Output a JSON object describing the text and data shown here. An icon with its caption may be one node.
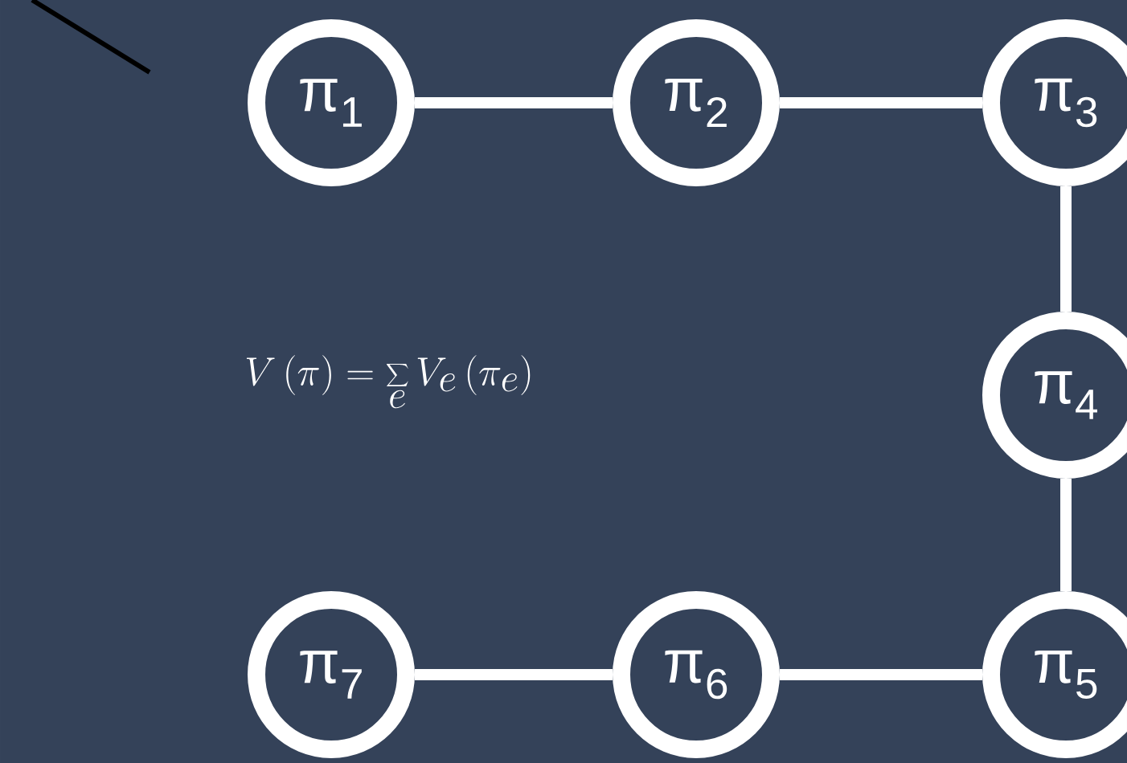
{
  "diagram": {
    "nodes": [
      {
        "text": [
          "π$_{1}$"
        ]
      },
      {
        "text": [
          "π$_{2}$"
        ]
      },
      {
        "text": [
          "π$_{3}$"
        ]
      },
      {
        "text": [
          "π$_{4}$"
        ]
      },
      {
        "text": [
          "π$_{5}$"
        ]
      },
      {
        "text": [
          "π$_{6}$"
        ]
      },
      {
        "text": [
          "π$_{7}$"
        ]
      }
    ],
    "edges": [
      {
        "from": 0,
        "to": 1,
        "arrow": "none"
      },
      {
        "from": 1,
        "to": 2,
        "arrow": "none"
      },
      {
        "from": 2,
        "to": 3,
        "arrow": "none"
      },
      {
        "from": 3,
        "to": 4,
        "arrow": "none"
      },
      {
        "from": 4,
        "to": 5,
        "arrow": "none"
      },
      {
        "from": 5,
        "to": 6,
        "arrow": "none"
      }
    ],
    "labels": [
      "V\\left(\\pi\\right)=\\sum_{e} V_{e}\\left(\\pi_{e}\\right)"
    ]
  }
}
